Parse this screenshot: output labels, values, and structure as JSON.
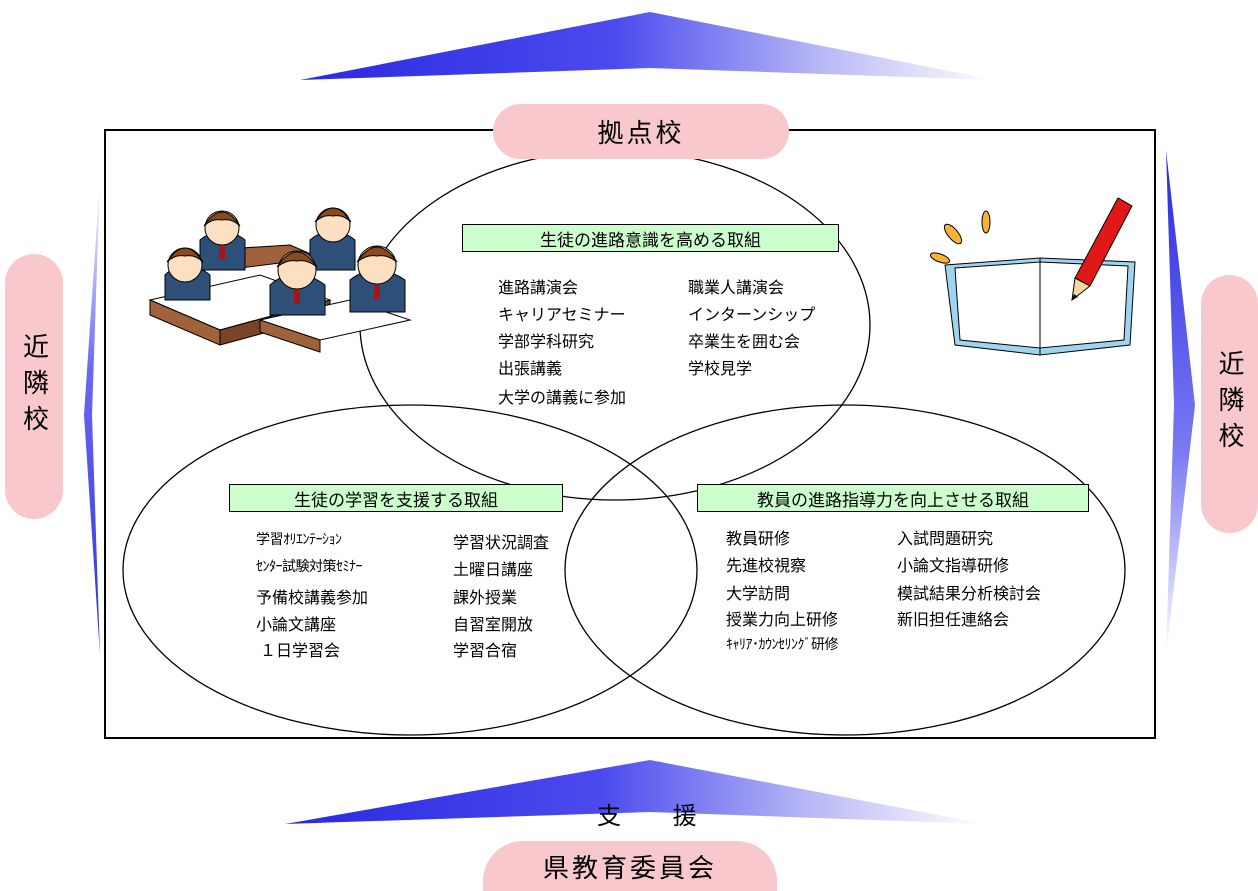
{
  "top_label": "拠点校",
  "left_label": "近隣校",
  "right_label": "近隣校",
  "support_label": "支 援",
  "bottom_label": "県教育委員会",
  "sections": {
    "career_awareness": {
      "title": "生徒の進路意識を高める取組",
      "left_items": [
        "進路講演会",
        "キャリアセミナー",
        "学部学科研究",
        "出張講義",
        "大学の講義に参加"
      ],
      "right_items": [
        "職業人講演会",
        "インターンシップ",
        "卒業生を囲む会",
        "学校見学"
      ]
    },
    "learning_support": {
      "title": "生徒の学習を支援する取組",
      "left_items": [
        "学習ｵﾘｴﾝﾃｰｼｮﾝ",
        "ｾﾝﾀｰ試験対策ｾﾐﾅｰ",
        "予備校講義参加",
        "小論文講座",
        "１日学習会"
      ],
      "right_items": [
        "学習状況調査",
        "土曜日講座",
        "課外授業",
        "自習室開放",
        "学習合宿"
      ]
    },
    "teacher_guidance": {
      "title": "教員の進路指導力を向上させる取組",
      "left_items": [
        "教員研修",
        "先進校視察",
        "大学訪問",
        "授業力向上研修",
        "ｷｬﾘｱ･ｶｳﾝｾﾘﾝｸﾞ研修"
      ],
      "right_items": [
        "入試問題研究",
        "小論文指導研修",
        "模試結果分析検討会",
        "新旧担任連絡会"
      ]
    }
  },
  "colors": {
    "arrow_blue": "#2020dd",
    "pill_pink": "#f8c8cc",
    "header_green": "#ccffcc"
  }
}
